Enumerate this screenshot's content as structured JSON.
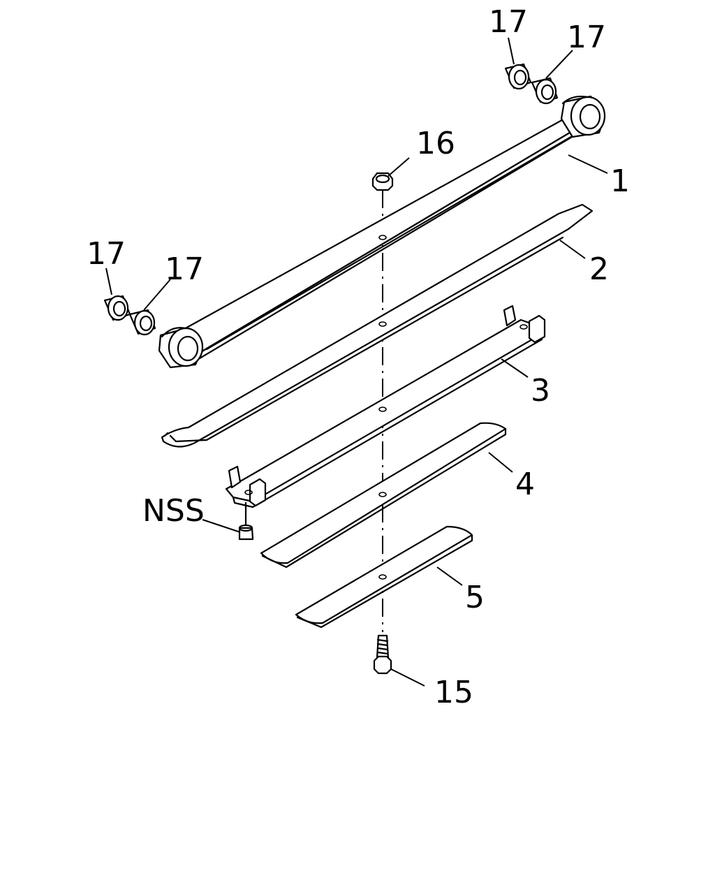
{
  "labels": {
    "p1": "1",
    "p2": "2",
    "p3": "3",
    "p4": "4",
    "p5": "5",
    "p15": "15",
    "p16": "16",
    "p17_top_left": "17",
    "p17_top_right": "17",
    "p17_left_a": "17",
    "p17_left_b": "17",
    "nss": "NSS"
  },
  "parts": [
    {
      "ref": "1",
      "name": "main-leaf-spring-with-eyes"
    },
    {
      "ref": "2",
      "name": "second-leaf"
    },
    {
      "ref": "3",
      "name": "third-leaf-with-clips"
    },
    {
      "ref": "4",
      "name": "fourth-leaf"
    },
    {
      "ref": "5",
      "name": "fifth-leaf"
    },
    {
      "ref": "15",
      "name": "center-bolt"
    },
    {
      "ref": "16",
      "name": "center-nut"
    },
    {
      "ref": "17",
      "name": "eye-bushing"
    },
    {
      "ref": "NSS",
      "name": "clip-rivet"
    }
  ]
}
